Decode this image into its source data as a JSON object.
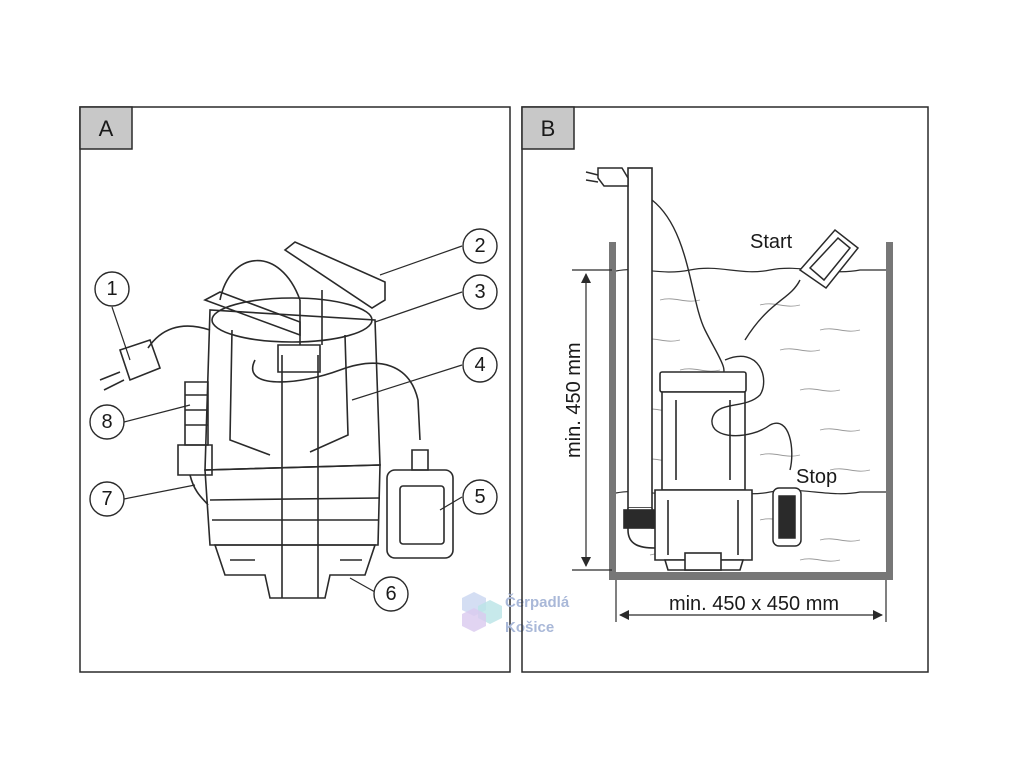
{
  "panels": {
    "a": {
      "tag": "A"
    },
    "b": {
      "tag": "B"
    }
  },
  "callouts": [
    "1",
    "2",
    "3",
    "4",
    "5",
    "6",
    "7",
    "8"
  ],
  "labels": {
    "start": "Start",
    "stop": "Stop",
    "depth": "min. 450 mm",
    "width": "min. 450 x 450 mm"
  },
  "watermark": {
    "line1": "Čerpadlá",
    "line2": "Košice"
  },
  "colors": {
    "line": "#2a2a2a",
    "tag_bg": "#c8c8c8",
    "wall": "#777777",
    "watermark": "#a9b8d8"
  }
}
